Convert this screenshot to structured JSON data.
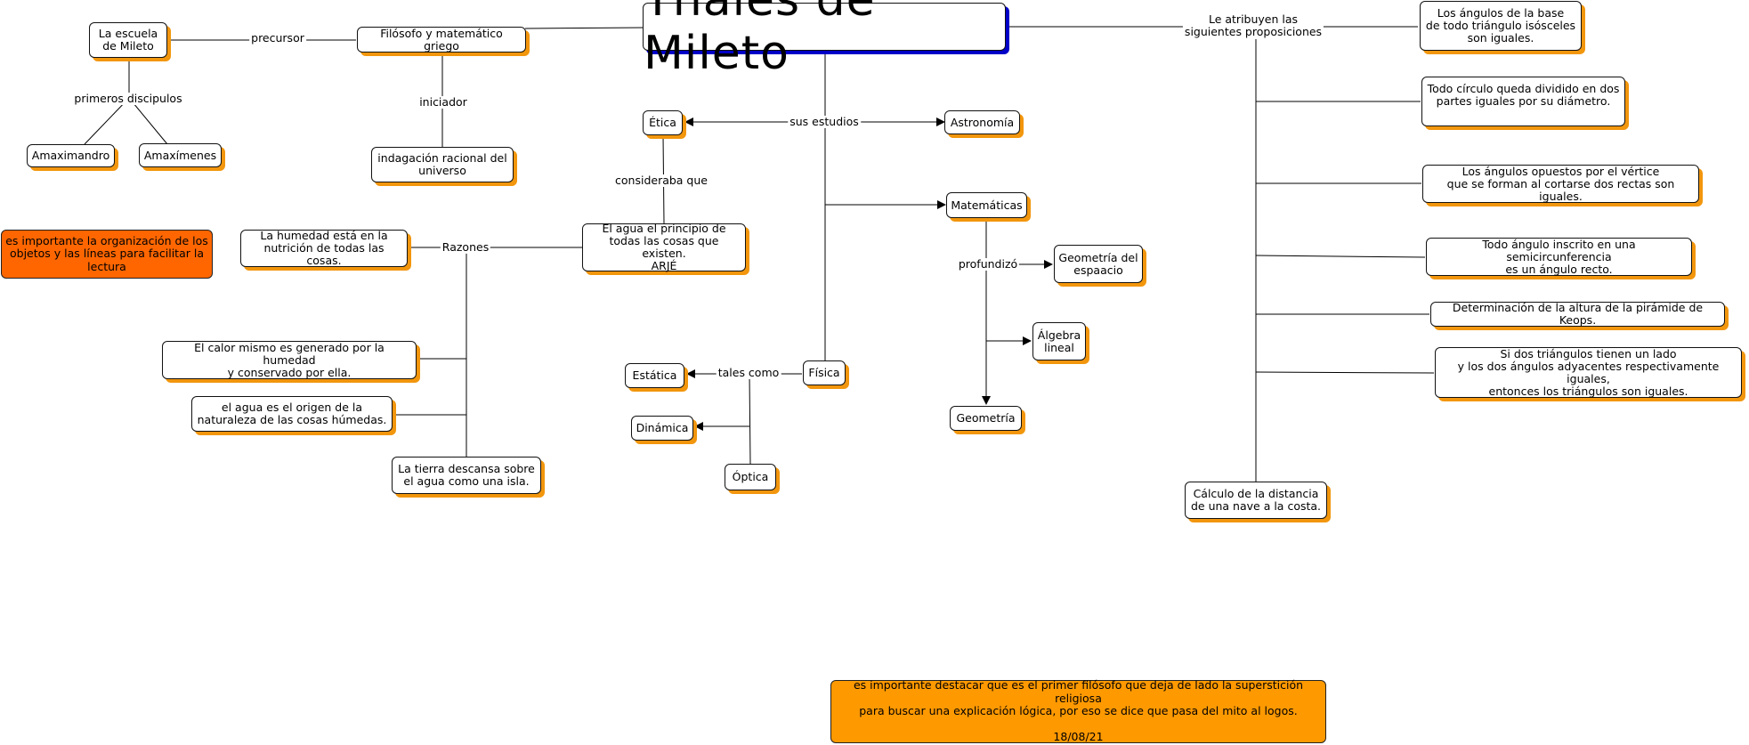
{
  "title": "Thales de Mileto",
  "colors": {
    "shadow": "#f2960d",
    "title_shadow": "#0000c8",
    "note_red": "#ff6600",
    "note_orange": "#ff9900"
  },
  "nodes": {
    "escuela": "La  escuela\nde Mileto",
    "filosofo": "Filósofo y matemático griego",
    "amaximandro": "Amaximandro",
    "amaximenes": "Amaxímenes",
    "indagacion": "indagación racional del\nuniverso",
    "etica": "Ética",
    "astronomia": "Astronomía",
    "matematicas": "Matemáticas",
    "agua_principio": "El agua el principio de\ntodas las cosas que existen.\nARJÉ",
    "humedad": "La humedad está en la\nnutrición de todas las cosas.",
    "calor": "El calor mismo es generado por la humedad\ny conservado por ella.",
    "agua_origen": "el agua es el origen de la\nnaturaleza de las cosas húmedas.",
    "tierra": "La tierra descansa sobre\nel agua como una isla.",
    "geometria_espacio": "Geometría del\nespaacio",
    "algebra": "Álgebra\nlineal",
    "geometria": "Geometría",
    "fisica": "Física",
    "estatica": "Estática",
    "dinamica": "Dinámica",
    "optica": "Óptica",
    "prop1": "Los ángulos de la base\nde todo triángulo isósceles\nson iguales.",
    "prop2": "Todo círculo queda dividido en dos\npartes iguales por su diámetro.",
    "prop3": "Los ángulos opuestos por el vértice\nque se forman al cortarse dos rectas son iguales.",
    "prop4": "Todo ángulo inscrito en una semicircunferencia\nes un ángulo recto.",
    "prop5": "Determinación de la altura de la pirámide de Keops.",
    "prop6": "Si dos triángulos tienen un lado\ny los dos ángulos adyacentes respectivamente iguales,\nentonces los triángulos son iguales.",
    "prop7": "Cálculo de la distancia\nde una nave a la costa."
  },
  "labels": {
    "precursor": "precursor",
    "primeros_discipulos": "primeros discipulos",
    "iniciador": "iniciador",
    "sus_estudios": "sus estudios",
    "consideraba_que": "consideraba que",
    "razones": "Razones",
    "profundizo": "profundizó",
    "tales_como": "tales como",
    "le_atribuyen": "Le atribuyen las\nsiguientes proposiciones"
  },
  "notes": {
    "organizacion": "es importante la organización de los\nobjetos y las líneas para facilitar la\nlectura",
    "destacar": "es importante destacar que es el primer filósofo que deja de lado la superstición religiosa\npara buscar una explicación lógica, por eso se dice que pasa del mito al logos.\n\n18/08/21"
  }
}
